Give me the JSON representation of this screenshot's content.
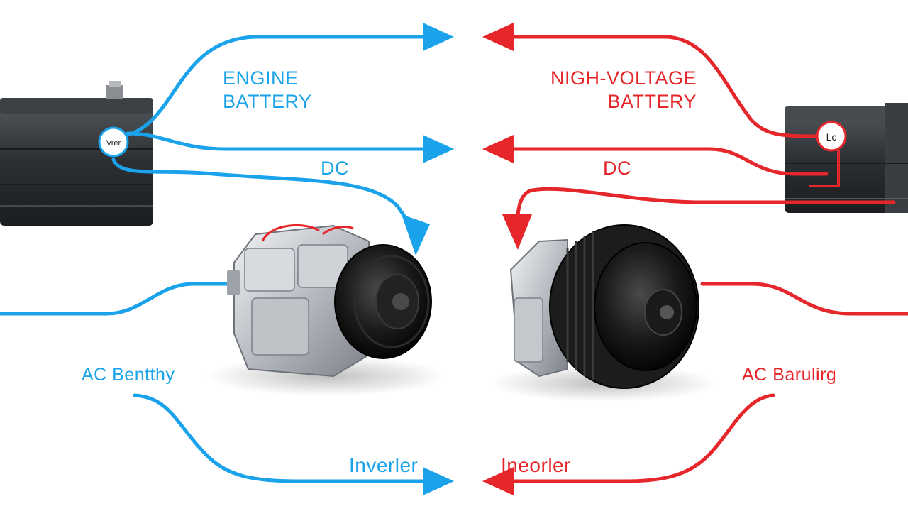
{
  "labels": {
    "engine_line1": "ENGINE",
    "engine_line2": "BATTERY",
    "hv_line1": "NIGH-VOLTAGE",
    "hv_line2": "BATTERY",
    "dc_left": "DC",
    "dc_right": "DC",
    "ac_left": "AC Bentthy",
    "ac_right": "AC Barulirg",
    "inverter_left": "Inverler",
    "inverter_right": "Ineorler"
  },
  "badges": {
    "left_battery_terminal": "Vrer",
    "right_battery_terminal": "Lc"
  },
  "colors": {
    "blue": "#1aa3ea",
    "red": "#e5262b",
    "battery_dark": "#2f3236",
    "metal": "#c7cbd0",
    "pulley": "#141414"
  }
}
